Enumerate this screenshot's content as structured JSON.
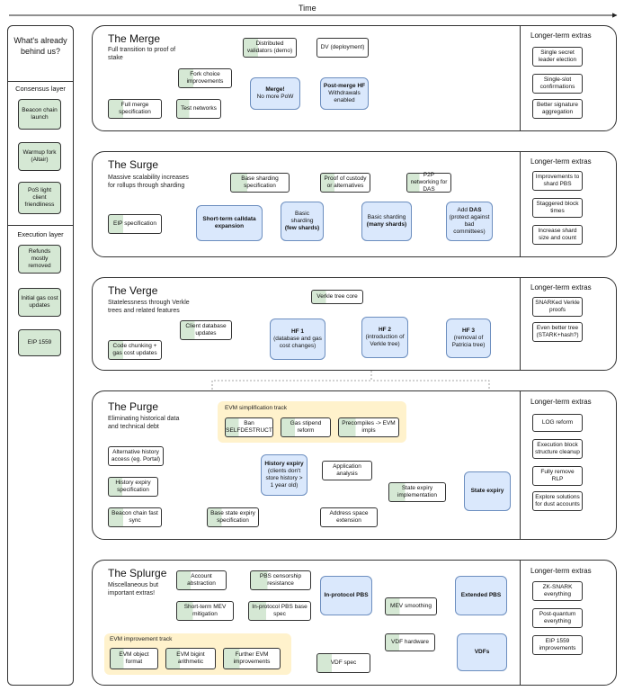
{
  "header": {
    "time_label": "Time"
  },
  "sidebar": {
    "title": "What's already behind us?",
    "consensus_label": "Consensus layer",
    "consensus_items": [
      "Beacon chain launch",
      "Warmup fork (Altair)",
      "PoS light client friendliness"
    ],
    "execution_label": "Execution layer",
    "execution_items": [
      "Refunds mostly removed",
      "Initial gas cost updates",
      "EIP 1559"
    ]
  },
  "extras_label": "Longer-term extras",
  "merge": {
    "title": "The Merge",
    "subtitle": "Full transition to proof of stake",
    "distributed_validators": "Distributed validators (demo)",
    "dv": "DV (deployment)",
    "fork_choice": "Fork choice improvements",
    "full_merge_spec": "Full merge specification",
    "test_networks": "Test networks",
    "merge_line1": "Merge!",
    "merge_line2": "No more PoW",
    "post_merge_line1": "Post-merge HF",
    "post_merge_line2": "Withdrawals enabled",
    "extras": [
      "Single secret leader election",
      "Single-slot confirmations",
      "Better signature aggregation"
    ]
  },
  "surge": {
    "title": "The Surge",
    "subtitle": "Massive scalability increases for rollups through sharding",
    "eip_spec": "EIP specification",
    "short_term_calldata": "Short-term calldata expansion",
    "base_sharding_spec": "Base sharding specification",
    "basic_sharding_few_1": "Basic sharding",
    "basic_sharding_few_2": "(few shards)",
    "proof_of_custody": "Proof of custody or alternatives",
    "basic_sharding_many_1": "Basic sharding",
    "basic_sharding_many_2": "(many shards)",
    "p2p_networking": "P2P networking for DAS",
    "add_das_1": "Add",
    "add_das_2": "DAS",
    "add_das_3": "(protect against bad committees)",
    "extras": [
      "Improvements to shard PBS",
      "Staggered block times",
      "Increase shard size and count"
    ]
  },
  "verge": {
    "title": "The Verge",
    "subtitle": "Statelessness through Verkle trees and related features",
    "verkle_tree_core": "Verkle tree core",
    "client_database_updates": "Client database updates",
    "code_chunking": "Code chunking + gas cost updates",
    "hf1_1": "HF 1",
    "hf1_2": "(database and gas cost changes)",
    "hf2_1": "HF 2",
    "hf2_2": "(introduction of Verkle tree)",
    "hf3_1": "HF 3",
    "hf3_2": "(removal of Patricia tree)",
    "extras": [
      "SNARKed Verkle proofs",
      "Even better tree (STARK+hash?)"
    ]
  },
  "purge": {
    "title": "The Purge",
    "subtitle": "Eliminating historical data and technical debt",
    "evm_simplification_track": "EVM simplification track",
    "ban_selfdestruct": "Ban SELFDESTRUCT",
    "gas_stipend_reform": "Gas stipend reform",
    "precompiles_evm": "Precompiles -> EVM impls",
    "alt_history_access": "Alternative history access (eg. Portal)",
    "history_expiry_spec": "History expiry specification",
    "beacon_chain_fast_sync": "Beacon chain fast sync",
    "history_expiry_1": "History expiry",
    "history_expiry_2": "(clients don't store history > 1 year old)",
    "application_analysis": "Application analysis",
    "state_expiry_impl": "State expiry implementation",
    "state_expiry": "State expiry",
    "base_state_expiry_spec": "Base state expiry specification",
    "address_space_extension": "Address space extension",
    "extras": [
      "LOG reform",
      "Execution block structure cleanup",
      "Fully remove RLP",
      "Explore solutions for dust accounts"
    ]
  },
  "splurge": {
    "title": "The Splurge",
    "subtitle": "Miscellaneous but important extras!",
    "account_abstraction": "Account abstraction",
    "pbs_censorship": "PBS censorship resistance",
    "in_protocol_pbs": "In-protocol PBS",
    "extended_pbs": "Extended PBS",
    "short_term_mev": "Short-term MEV mitigation",
    "in_protocol_pbs_base": "In-protocol PBS base spec",
    "mev_smoothing": "MEV smoothing",
    "evm_improvement_track": "EVM improvement track",
    "evm_object_format": "EVM object format",
    "evm_bigint": "EVM bigint arithmetic",
    "further_evm": "Further EVM improvements",
    "vdf_hardware": "VDF hardware",
    "vdf_spec": "VDF spec",
    "vdfs": "VDFs",
    "extras": [
      "ZK-SNARK everything",
      "Post-quantum everything",
      "EIP 1559 improvements"
    ]
  }
}
